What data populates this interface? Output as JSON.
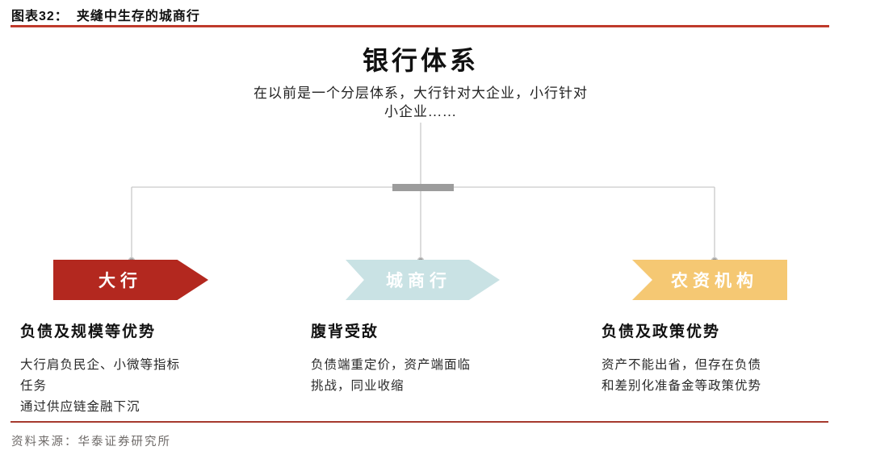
{
  "figure": {
    "label": "图表32：",
    "title": "夹缝中生存的城商行"
  },
  "diagram": {
    "root": {
      "title": "银行体系",
      "subtitle_line1": "在以前是一个分层体系，大行针对大企业，小行针对",
      "subtitle_line2": "小企业……"
    },
    "branches": [
      {
        "banner": "大行",
        "heading": "负债及规模等优势",
        "body_lines": [
          "大行肩负民企、小微等指标",
          "任务",
          "通过供应链金融下沉"
        ]
      },
      {
        "banner": "城商行",
        "heading": "腹背受敌",
        "body_lines": [
          "负债端重定价，资产端面临",
          "挑战，同业收缩"
        ]
      },
      {
        "banner": "农资机构",
        "heading": "负债及政策优势",
        "body_lines": [
          "资产不能出省，但存在负债",
          "和差别化准备金等政策优势"
        ]
      }
    ]
  },
  "footer": {
    "source": "资料来源：华泰证券研究所"
  },
  "colors": {
    "ink": "#1a1a1a",
    "rule-top": "#bf3a2b",
    "rule-bottom": "#a63a2e",
    "banner-red": "#b3281f",
    "banner-teal": "#c9e2e4",
    "banner-yellow": "#f5c873",
    "connector": "#c9c9c9",
    "connector-bar": "#9c9c9c",
    "dot": "#9a9a9a",
    "source-color": "#6f6b69"
  }
}
